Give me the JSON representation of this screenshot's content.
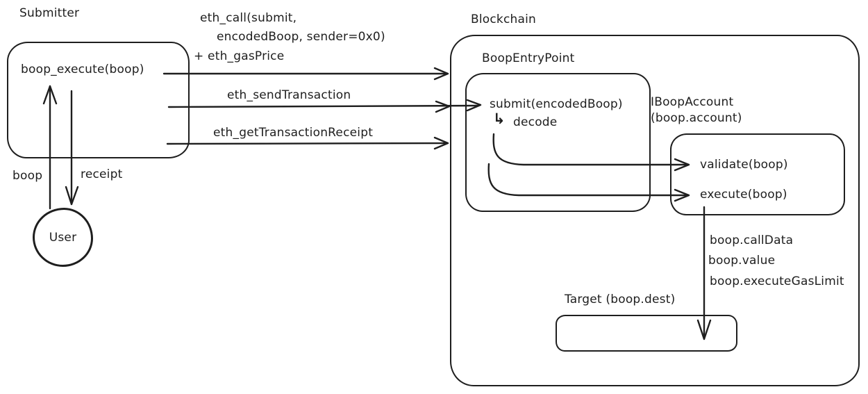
{
  "canvas": {
    "background": "#ffffff",
    "ink_color": "#1e1e1e"
  },
  "submitter": {
    "title": "Submitter",
    "function_label": "boop_execute(boop)"
  },
  "user": {
    "label": "User",
    "boop_arrow_label": "boop",
    "receipt_arrow_label": "receipt"
  },
  "rpc_arrows": {
    "eth_call": {
      "line1": "eth_call(submit,",
      "line2": "encodedBoop, sender=0x0)",
      "line3": "+ eth_gasPrice"
    },
    "send_transaction": "eth_sendTransaction",
    "get_transaction_receipt": "eth_getTransactionReceipt"
  },
  "blockchain": {
    "title": "Blockchain",
    "entry_point": {
      "title": "BoopEntryPoint",
      "submit_label": "submit(encodedBoop)",
      "decode_icon": "↳",
      "decode_label": "decode"
    },
    "account": {
      "title_line1": "IBoopAccount",
      "title_line2": "(boop.account)",
      "validate_label": "validate(boop)",
      "execute_label": "execute(boop)"
    },
    "execute_params": [
      "boop.callData",
      "boop.value",
      "boop.executeGasLimit"
    ],
    "target": {
      "title": "Target (boop.dest)"
    }
  }
}
